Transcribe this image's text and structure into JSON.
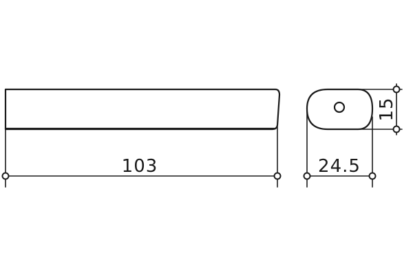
{
  "dimensions": {
    "length": "103",
    "width": "24.5",
    "height": "15"
  },
  "colors": {
    "line": "#1a1a1a",
    "background": "#ffffff"
  }
}
